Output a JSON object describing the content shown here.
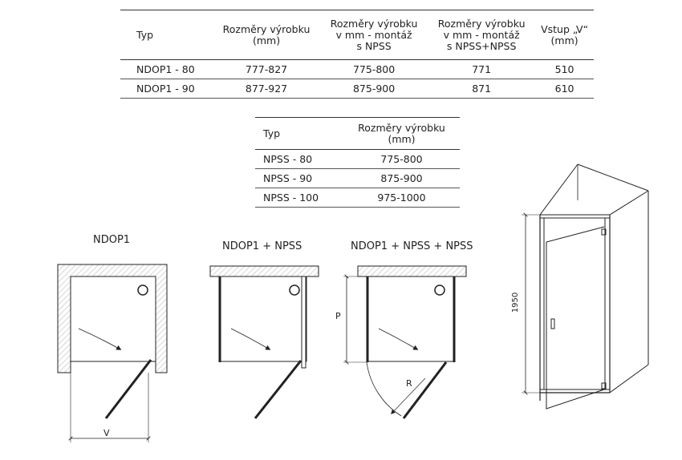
{
  "table1": {
    "headers": [
      "Typ",
      "Rozměry výrobku\n(mm)",
      "Rozměry výrobku\nv mm - montáž\ns NPSS",
      "Rozměry výrobku\nv mm - montáž\ns NPSS+NPSS",
      "Vstup „V“\n(mm)"
    ],
    "rows": [
      [
        "NDOP1 - 80",
        "777-827",
        "775-800",
        "771",
        "510"
      ],
      [
        "NDOP1 - 90",
        "877-927",
        "875-900",
        "871",
        "610"
      ]
    ]
  },
  "table2": {
    "headers": [
      "Typ",
      "Rozměry výrobku\n(mm)"
    ],
    "rows": [
      [
        "NPSS - 80",
        "775-800"
      ],
      [
        "NPSS - 90",
        "875-900"
      ],
      [
        "NPSS - 100",
        "975-1000"
      ]
    ]
  },
  "diagrams": {
    "d1_title": "NDOP1",
    "d2_title": "NDOP1 + NPSS",
    "d3_title": "NDOP1 + NPSS + NPSS",
    "v_label": "V",
    "p_label": "P",
    "r_label": "R",
    "height_label": "1950"
  },
  "colors": {
    "line": "#222222",
    "hatch": "#bbbbbb",
    "wall": "#e8e8e8"
  }
}
